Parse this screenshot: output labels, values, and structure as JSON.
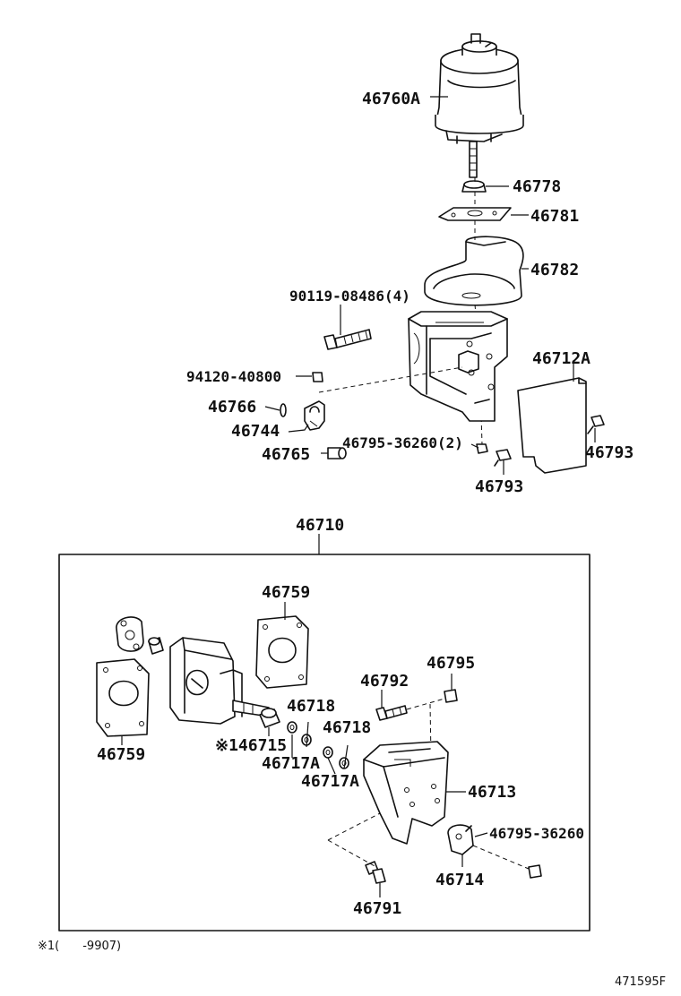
{
  "labels": {
    "p46760A": "46760A",
    "p46778": "46778",
    "p46781": "46781",
    "p46782": "46782",
    "p90119": "90119-08486(4)",
    "p46712A": "46712A",
    "p94120": "94120-40800",
    "p46766": "46766",
    "p46744": "46744",
    "p46765": "46765",
    "p46795_36260_2": "46795-36260(2)",
    "p46793_right": "46793",
    "p46793_bottom": "46793",
    "p46710": "46710",
    "p46759_top": "46759",
    "p46759_left": "46759",
    "p46795": "46795",
    "p46792": "46792",
    "p46718_a": "46718",
    "p46718_b": "46718",
    "p46715": "※146715",
    "p46717A_a": "46717A",
    "p46717A_b": "46717A",
    "p46713": "46713",
    "p46795_36260": "46795-36260",
    "p46714": "46714",
    "p46791": "46791"
  },
  "footnote": "※1(　　-9907)",
  "diagram_id": "471595F"
}
